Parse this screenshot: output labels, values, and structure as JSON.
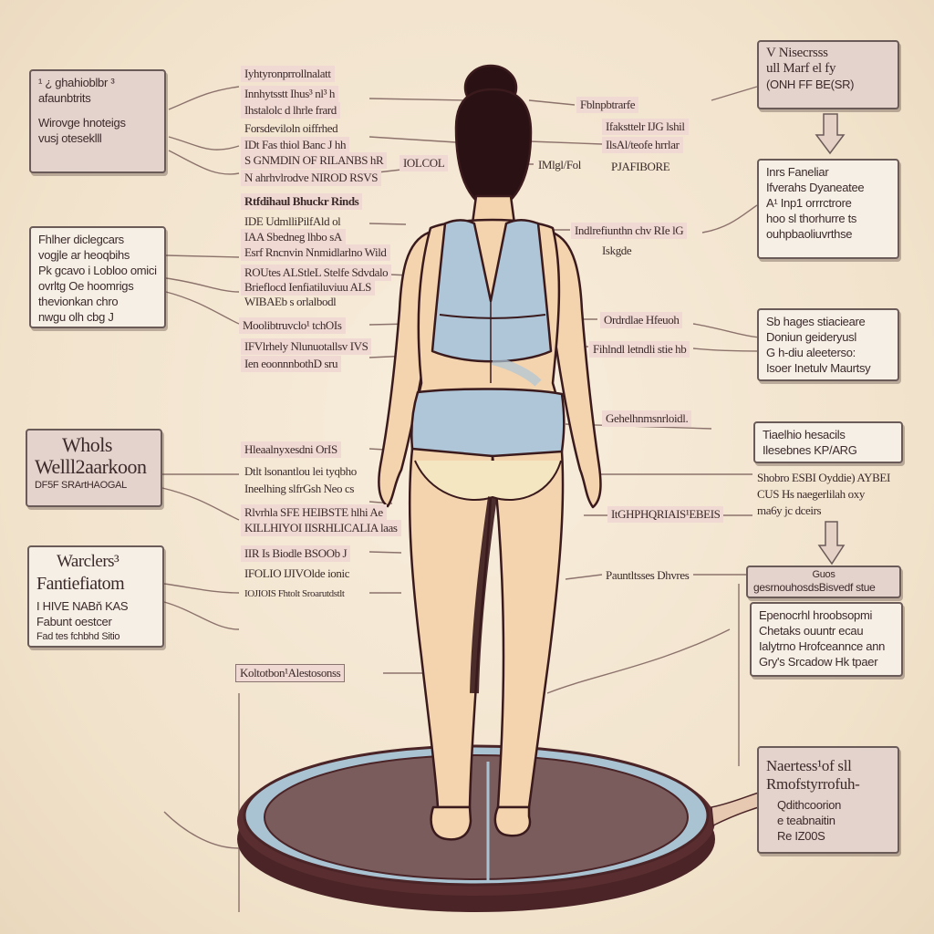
{
  "boxes": {
    "b1": [
      "¹ ¿ ghahioblbr ³",
      "afaunbtrits",
      "Wirovge hnoteigs",
      "vusj oteseklll"
    ],
    "b2": [
      "Fhlher diclegcars",
      "vogjle ar heoqbihs",
      "Pk gcavo i Lobloo omici",
      "ovrltg Oe hoomrigs",
      "thevionkan chro",
      "nwgu olh cbg J"
    ],
    "b3": [
      "Whols",
      "Welll2aarkoon",
      "DF5F SRArtHAOGAL"
    ],
    "b4": [
      "Warclers³",
      "Fantiefiatom",
      "I HIVE NABň KAS",
      "Fabunt oestcer",
      "Fad tes fchbhd Sitio"
    ],
    "b5": [
      "V Nisecrsss",
      "ull Marf el fy",
      "(ONH FF BE(SR)"
    ],
    "b6": [
      "Inrs Faneliar",
      "Ifverahs Dyaneatee",
      "A¹ Inp1 orrrctrore",
      "hoo sl thorhurre ts",
      "ouhpbaoliuvrthse"
    ],
    "b7": [
      "Sb hages stiacieare",
      "Doniun geideryusl",
      "G h-diu aleeterso:",
      "Isoer Inetulv Maurtsy"
    ],
    "b8": [
      "Tiaelhio hesacils",
      "Ilesebnes KP/ARG"
    ],
    "b9": [
      "Shobro ESBI Oyddie) AYBEI",
      "CUS Hs naegerlilah oxy",
      "ma6y jc dceirs"
    ],
    "b10": [
      "Guos",
      "gesrnouhosdsBisvedf stue"
    ],
    "b11": [
      "Epenocrhl hroobsopmi",
      "Chetaks ouuntr ecau",
      "Ialytrno Hrofceannce ann",
      "Gry's Srcadow Hk tpaer"
    ],
    "b12": [
      "Naertess¹of sll",
      "Rmofstyrrofuh-",
      "Qdithcoorion",
      "e teabnaitin",
      "Re IZ00S"
    ]
  },
  "tags": {
    "t1": "Iyhtyronprrollnalatt",
    "t2": "Innhytsstt Ihus³ nl³ h",
    "t3": "Ihstalolc d lhrle frard",
    "t4": "Forsdeviloln oiffrhed",
    "t5": "IDt Fas thiol Banc J hh",
    "t6": "S GNMDIN OF RILANBS hR",
    "t7": "N ahrhvlrodve NIROD RSVS",
    "t8": "Rtfdihaul Bhuckr Rinds",
    "t9": "IDE UdmlliPilfAld ol",
    "t10": "IAA Sbedneg lhbo sA",
    "t11": "Esrf Rncnvin Nnmidlarlno Wild",
    "t12": "ROUtes ALStleL Stelfe Sdvdalo",
    "t13": "Brieflocd Ienfiatiluviuu ALS",
    "t14": "WIBAEb s orlalbodl",
    "t15": "Moolibtruvclo¹ tchOIs",
    "t16": "IFVlrhely Nlunuotallsv IVS",
    "t17": "Ien eoonnnbothD sru",
    "t18": "Hleaalnyxesdni OrIS",
    "t19": "Dtlt lsonantlou lei tyqbho",
    "t20": "Ineelhing slfrGsh Neo cs",
    "t21": "Rlvrhla SFE HEIBSTE hlhi Ae",
    "t22": "KILLHIYOI IISRHLICALIA laas",
    "t23": "IIR Is Biodle BSOOb J",
    "t24": "IFOLIO IJIVOlde ionic",
    "t25": "IOJIOIS Fhtolt Sroarutdstlt",
    "t26": "Koltotbon¹Alestosonss",
    "t27": "IOLCOL",
    "t28": "Fblnpbtrarfe",
    "t29": "Ifaksttelr IJG lshil",
    "t30": "IlsAl/teofe hrrlar",
    "t31": "IMlgl/Fol",
    "t32": "PJAFIBORE",
    "t33": "Indlrefiunthn chv RIe lG",
    "t34": "Iskgde",
    "t35": "Ordrdlae Hfeuoh",
    "t36": "Fihlndl letndli stie hb",
    "t37": "Gehelhnmsnrloidl.",
    "t38": "ItGHPHQRIAIS¹EBEIS",
    "t39": "Pauntltsses Dhvres"
  }
}
